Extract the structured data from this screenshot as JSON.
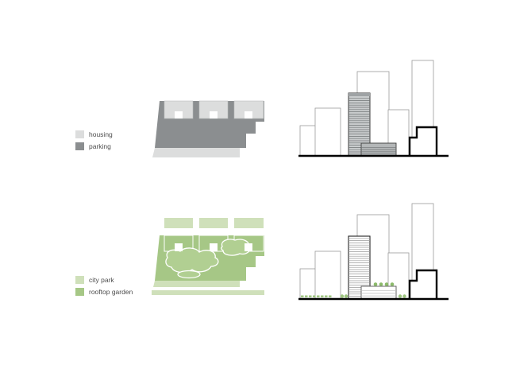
{
  "page": {
    "background": "#ffffff"
  },
  "legend_top": {
    "items": [
      {
        "label": "housing",
        "color": "#dcdddd"
      },
      {
        "label": "parking",
        "color": "#8b8e90"
      }
    ]
  },
  "legend_bottom": {
    "items": [
      {
        "label": "city park",
        "color": "#cfe0ba"
      },
      {
        "label": "rooftop garden",
        "color": "#a6c786"
      }
    ]
  },
  "diagram_colors": {
    "housing_fill": "#dcdddd",
    "parking_fill": "#8b8e90",
    "city_park_fill": "#cfe0ba",
    "rooftop_garden_fill": "#a6c786",
    "thin_outline": "#9b9b9b",
    "thick_outline": "#000000",
    "hatch_gray": "#6f7375",
    "tree_green": "#8cba6b"
  }
}
